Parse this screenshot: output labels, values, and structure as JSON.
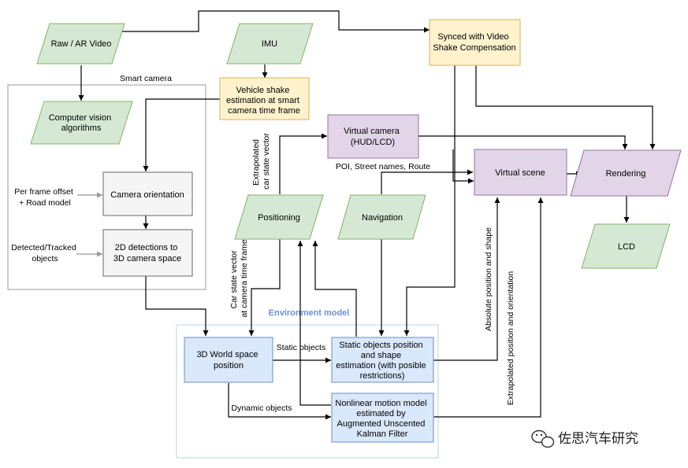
{
  "colors": {
    "green_fill": "#d5e8d4",
    "green_stroke": "#82b366",
    "yellow_fill": "#fff2cc",
    "yellow_stroke": "#d6b656",
    "gray_fill": "#f5f5f5",
    "gray_stroke": "#666666",
    "purple_fill": "#e1d5e7",
    "purple_stroke": "#9673a6",
    "blue_fill": "#dae8fc",
    "blue_stroke": "#6c8ebf",
    "env_border": "#b7d3ec",
    "env_title": "#6f8fd8"
  },
  "regions": {
    "smart_camera": "Smart camera",
    "environment_model": "Environment model"
  },
  "nodes": {
    "raw_video": [
      "Raw / AR Video"
    ],
    "imu": [
      "IMU"
    ],
    "synced": [
      "Synced with Video",
      "Shake Compensation"
    ],
    "vehicle_shake": [
      "Vehicle shake",
      "estimation at smart",
      "camera time frame"
    ],
    "cv_algorithms": [
      "Computer vision",
      "algorithms"
    ],
    "virtual_camera": [
      "Virtual camera",
      "(HUD/LCD)"
    ],
    "camera_orientation": [
      "Camera orientation"
    ],
    "detections_2d": [
      "2D detections to",
      "3D camera space"
    ],
    "positioning": [
      "Positioning"
    ],
    "navigation": [
      "Navigation"
    ],
    "virtual_scene": [
      "Virtual scene"
    ],
    "rendering": [
      "Rendering"
    ],
    "lcd": [
      "LCD"
    ],
    "world_position": [
      "3D World space",
      "position"
    ],
    "static_objects": [
      "Static objects position",
      "and shape",
      "estimation (with posible",
      "restrictions)"
    ],
    "nonlinear_model": [
      "Nonlinear motion model",
      "estimated by",
      "Augmented Unscented",
      "Kalman Filter"
    ]
  },
  "edge_labels": {
    "per_frame": [
      "Per frame offset",
      "+ Road model"
    ],
    "detected": [
      "Detected/Tracked",
      "objects"
    ],
    "extrapolated_state": [
      "Extrapolated",
      "car state vector"
    ],
    "poi": [
      "POI, Street names, Route"
    ],
    "car_state_camera": [
      "Car state vector",
      "at camera time frame"
    ],
    "absolute_pos": [
      "Absolute position and shape"
    ],
    "extrapolated_pos": [
      "Extrapolated position and orientation"
    ],
    "static_objects": [
      "Static objects"
    ],
    "dynamic_objects": [
      "Dynamic objects"
    ]
  },
  "watermark": {
    "icon": "wechat-icon",
    "text": "佐思汽车研究"
  }
}
